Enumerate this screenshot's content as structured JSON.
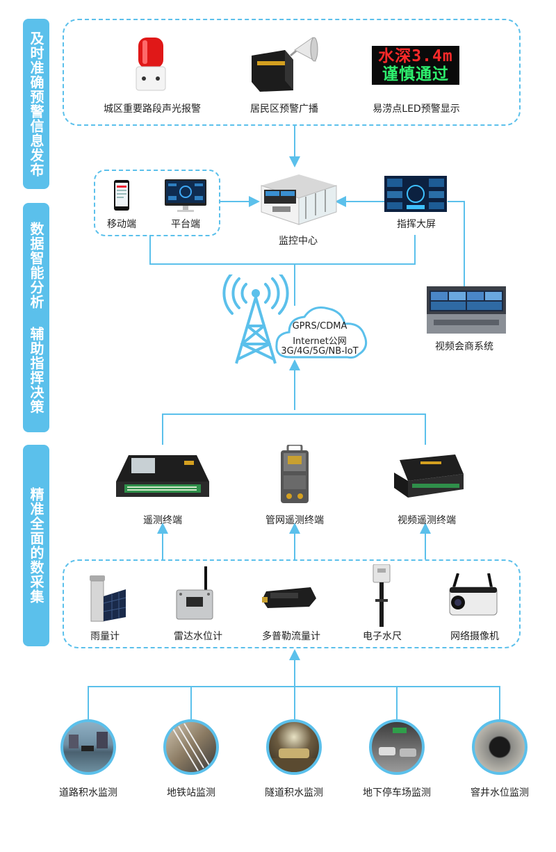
{
  "sidebar": [
    {
      "label": "及时准确预警信息发布"
    },
    {
      "label": "数据智能分析 辅助指挥决策"
    },
    {
      "label": "精准全面的数采集"
    }
  ],
  "alert_devices": [
    {
      "label": "城区重要路段声光报警",
      "icon": "alarm-light-icon"
    },
    {
      "label": "居民区预警广播",
      "icon": "broadcast-speaker-icon"
    },
    {
      "label": "易涝点LED预警显示",
      "icon": "led-sign-icon"
    }
  ],
  "led_sign": {
    "line1": "水深3.4m",
    "line2": "谨慎通过"
  },
  "clients": [
    {
      "label": "移动端",
      "icon": "phone-icon"
    },
    {
      "label": "平台端",
      "icon": "monitor-icon"
    }
  ],
  "monitor_center": {
    "label": "监控中心"
  },
  "command_screen": {
    "label": "指挥大屏"
  },
  "video_conference": {
    "label": "视频会商系统"
  },
  "network": {
    "line1": "GPRS/CDMA",
    "line2": "Internet公网",
    "line3": "3G/4G/5G/NB-IoT"
  },
  "terminals": [
    {
      "label": "遥测终端"
    },
    {
      "label": "管网遥测终端"
    },
    {
      "label": "视频遥测终端"
    }
  ],
  "sensors": [
    {
      "label": "雨量计"
    },
    {
      "label": "雷达水位计"
    },
    {
      "label": "多普勒流量计"
    },
    {
      "label": "电子水尺"
    },
    {
      "label": "网络摄像机"
    }
  ],
  "scenes": [
    {
      "label": "道路积水监测"
    },
    {
      "label": "地铁站监测"
    },
    {
      "label": "隧道积水监测"
    },
    {
      "label": "地下停车场监测"
    },
    {
      "label": "窨井水位监测"
    }
  ],
  "colors": {
    "accent": "#5bc0eb",
    "line": "#5bc0eb"
  }
}
